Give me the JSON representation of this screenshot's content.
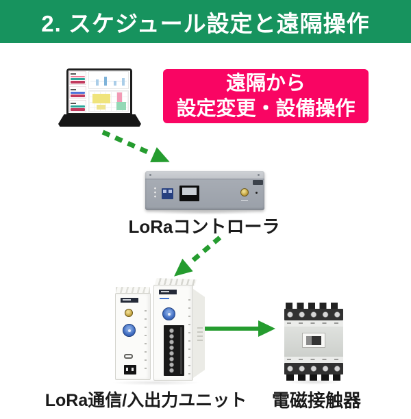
{
  "header": {
    "title": "2. スケジュール設定と遠隔操作"
  },
  "callout": {
    "line1": "遠隔から",
    "line2": "設定変更・設備操作"
  },
  "labels": {
    "controller": "LoRaコントローラ",
    "units": "LoRa通信/入出力ユニット",
    "contactor": "電磁接触器"
  },
  "icons": {
    "laptop": "laptop-with-dashboard-image",
    "controller": "lora-controller-photo",
    "units": "lora-io-units-photo",
    "contactor": "magnetic-contactor-photo",
    "arrow1": "dashed-arrow-down-right",
    "arrow2": "dashed-arrow-down-left",
    "arrow3": "solid-arrow-right"
  },
  "colors": {
    "header_green": "#17935E",
    "callout_pink": "#F90563",
    "arrow_green": "#259C2F"
  }
}
